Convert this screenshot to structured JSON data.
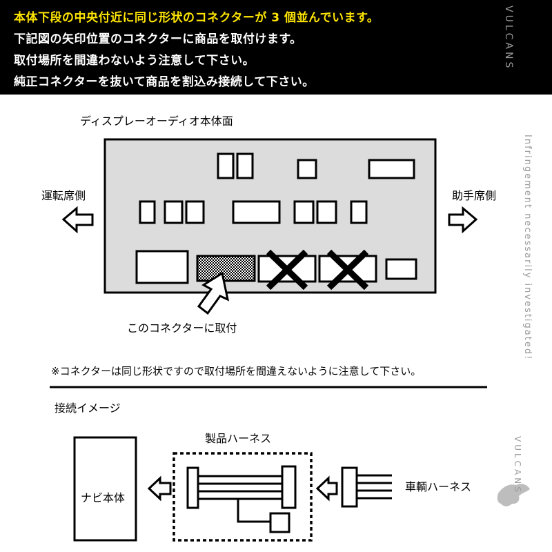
{
  "header": {
    "lines": [
      "本体下段の中央付近に同じ形状のコネクターが 3 個並んでいます。",
      "下記図の矢印位置のコネクターに商品を取付けます。",
      "取付場所を間違わないよう注意して下さい。",
      "純正コネクターを抜いて商品を割込み接続して下さい。"
    ]
  },
  "diagram_top": {
    "title": "ディスプレーオーディオ本体面",
    "left_label": "運転席側",
    "right_label": "助手席側",
    "install_label": "このコネクターに取付"
  },
  "note": "※コネクターは同じ形状ですので取付場所を間違えないように注意して下さい。",
  "diagram_bottom": {
    "title": "接続イメージ",
    "product_label": "製品ハーネス",
    "navi_label": "ナビ本体",
    "vehicle_label": "車輌ハーネス"
  },
  "watermark": {
    "text1": "VULCANS",
    "text2": "Infringement necessarily investigated!",
    "text3": "VULCANS"
  },
  "colors": {
    "header_bg": "#000000",
    "header_highlight": "#ffe600",
    "panel_fill": "#dcdcdc"
  }
}
